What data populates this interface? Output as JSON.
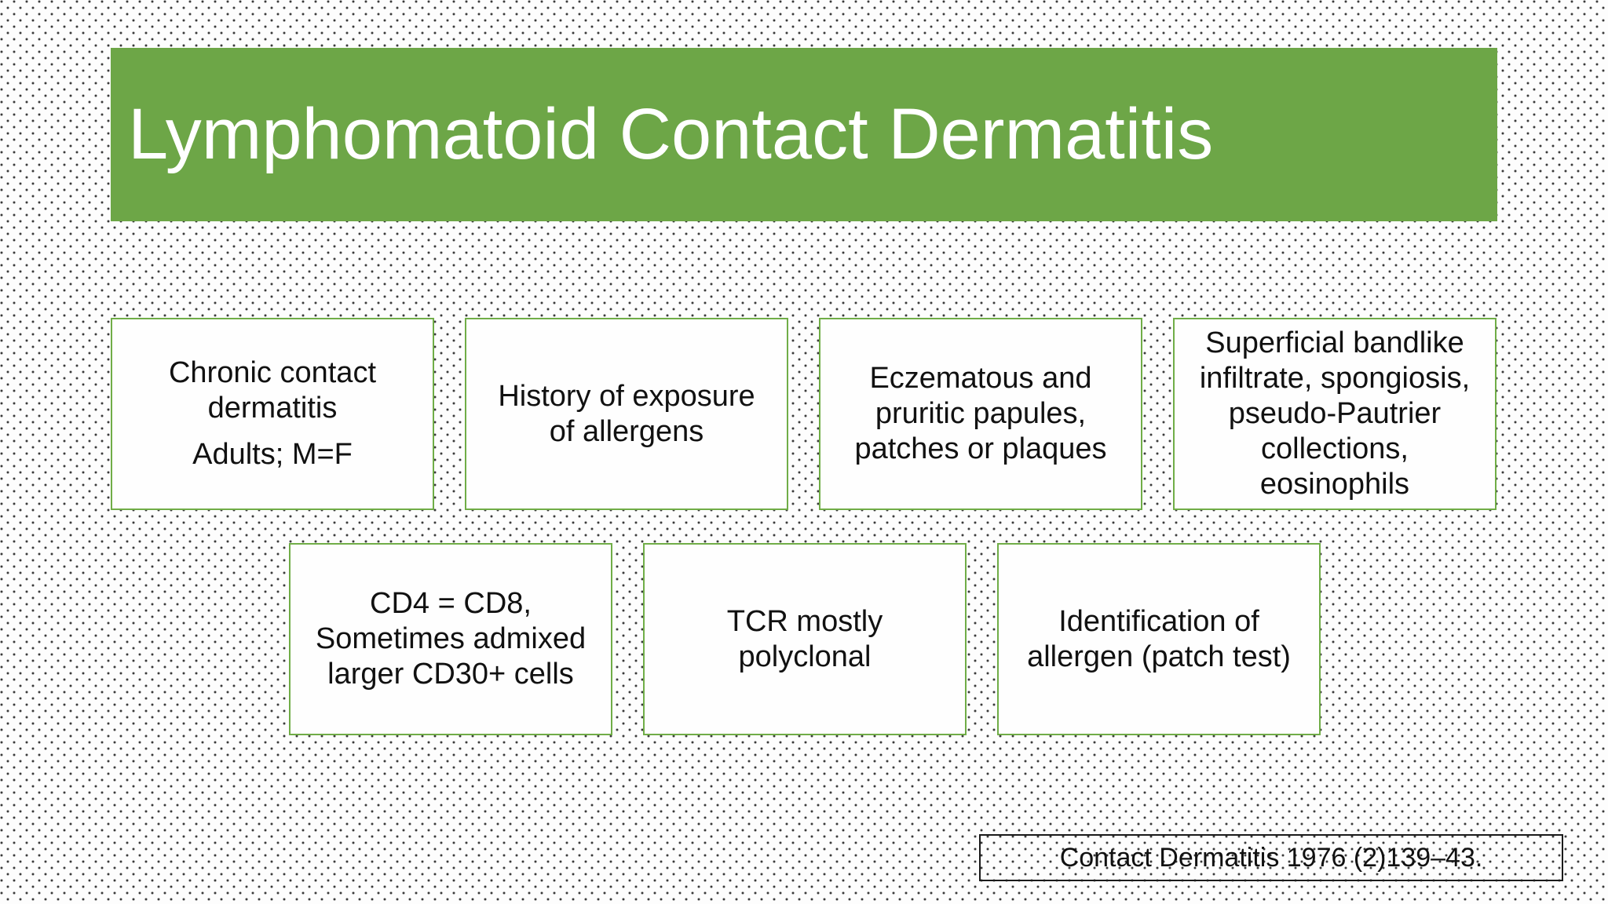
{
  "slide_title": "Lymphomatoid Contact Dermatitis",
  "cards_row1": [
    {
      "text": "Chronic contact\ndermatitis",
      "text2": "Adults; M=F"
    },
    {
      "text": "History of exposure\nof allergens"
    },
    {
      "text": "Eczematous and\npruritic papules,\npatches or plaques"
    },
    {
      "text": "Superficial bandlike\ninfiltrate, spongiosis,\npseudo-Pautrier\ncollections,\neosinophils"
    }
  ],
  "cards_row2": [
    {
      "text": "CD4 = CD8,\nSometimes admixed\nlarger CD30+ cells"
    },
    {
      "text": "TCR mostly\npolyclonal"
    },
    {
      "text": "Identification of\nallergen (patch test)"
    }
  ],
  "citation": {
    "text": "Contact Dermatitis 1976 (2)139–43."
  },
  "colors": {
    "banner_green": "#6DA647",
    "card_border_green": "#70AD47",
    "citation_border": "#1a1a1a",
    "background": "#fdfdfd",
    "dot": "#3a3a3a",
    "title_text": "#ffffff",
    "body_text": "#111111"
  }
}
